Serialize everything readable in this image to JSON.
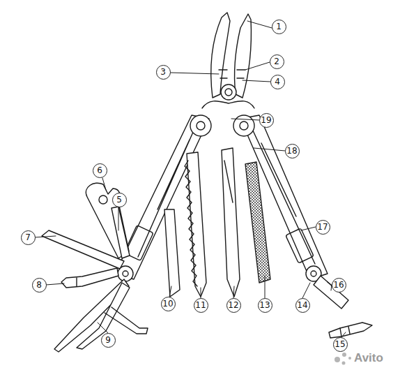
{
  "diagram": {
    "labels": [
      "1",
      "2",
      "3",
      "4",
      "5",
      "6",
      "7",
      "8",
      "9",
      "10",
      "11",
      "12",
      "13",
      "14",
      "15",
      "16",
      "17",
      "18",
      "19",
      "Avito"
    ]
  }
}
